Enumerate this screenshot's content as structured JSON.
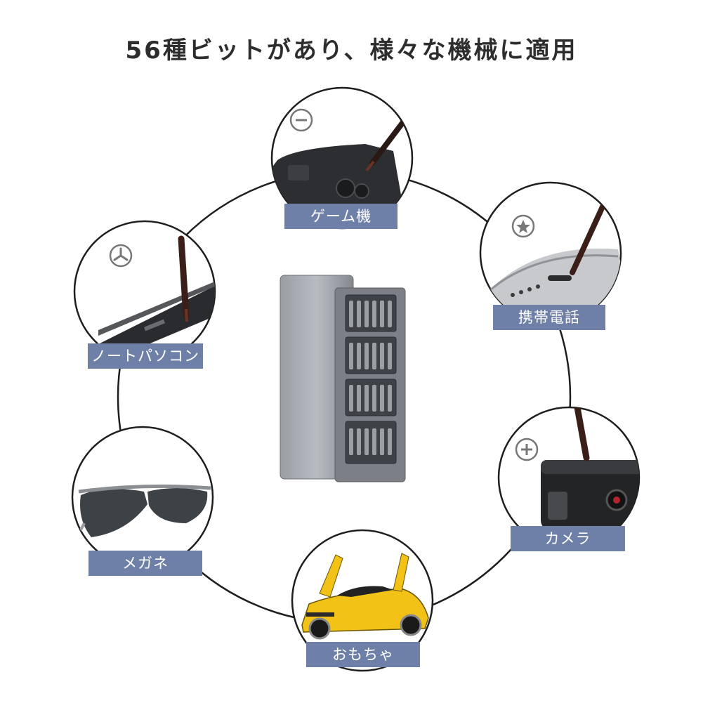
{
  "headline": "56種ビットがあり、様々な機械に適用",
  "labels": {
    "game": "ゲーム機",
    "phone": "携帯電話",
    "laptop": "ノートパソコン",
    "camera": "カメラ",
    "glasses": "メガネ",
    "toys": "おもちゃ"
  },
  "icons": {
    "game": "minus-screw-icon",
    "phone": "pentalobe-screw-icon",
    "laptop": "tri-wing-screw-icon",
    "camera": "phillips-screw-icon"
  },
  "colors": {
    "label_bg": "#6f80a8",
    "ring": "#1e1e1e",
    "case": "#8a8d93"
  }
}
